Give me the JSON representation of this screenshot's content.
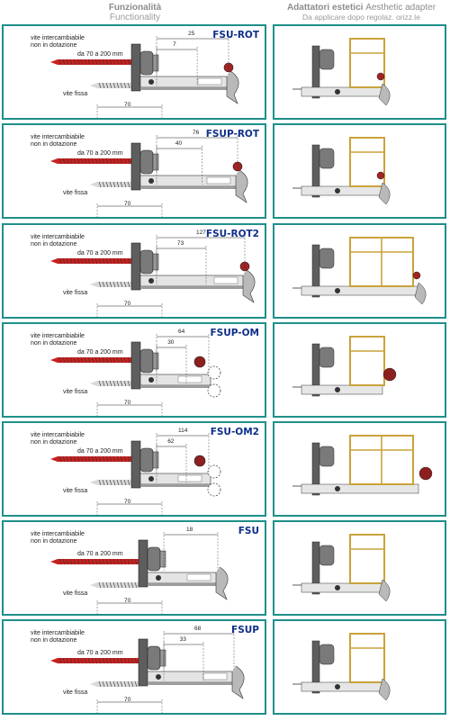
{
  "header": {
    "left_title": "Funzionalità",
    "left_subtitle": "Functionality",
    "right_title_bold": "Adattatori estetici",
    "right_title_rest": "Aesthetic adapter",
    "right_subtitle": "Da applicare dopo regolaz. orizz.le"
  },
  "labels": {
    "screw": "vite intercambiabile",
    "not_included": "non in dotazione",
    "range": "da 70 a 200 mm",
    "fixed": "vite fissa",
    "fixed_len": "70"
  },
  "rows": [
    {
      "code": "FSU-ROT",
      "dims": [
        "25",
        "7"
      ],
      "variant": "rot"
    },
    {
      "code": "FSUP-ROT",
      "dims": [
        "76",
        "40"
      ],
      "variant": "rotp"
    },
    {
      "code": "FSU-ROT2",
      "dims": [
        "127",
        "73"
      ],
      "variant": "rot2"
    },
    {
      "code": "FSUP-OM",
      "dims": [
        "64",
        "30"
      ],
      "variant": "om"
    },
    {
      "code": "FSU-OM2",
      "dims": [
        "114",
        "62"
      ],
      "variant": "om2"
    },
    {
      "code": "FSU",
      "dims": [
        "18"
      ],
      "variant": "fsu"
    },
    {
      "code": "FSUP",
      "dims": [
        "68",
        "33"
      ],
      "variant": "fsup"
    }
  ],
  "colors": {
    "border": "#1f8f8a",
    "screw": "#c8201f",
    "code": "#0e2f8a",
    "gold": "#c9a33a"
  }
}
